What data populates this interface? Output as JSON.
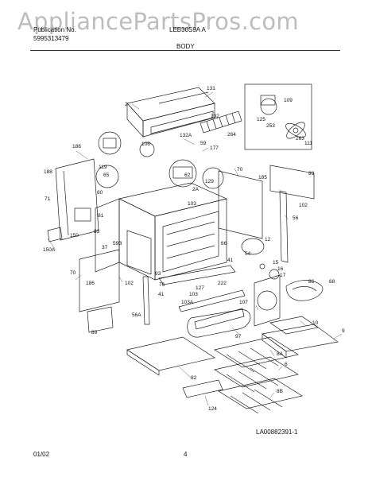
{
  "watermark": "AppliancePartsPros.com",
  "header": {
    "pub_label": "Publication No.",
    "pub_number": "5995313479",
    "model": "LEB30S9A A",
    "section": "BODY"
  },
  "footer": {
    "date": "01/02",
    "page": "4",
    "diagram_id": "LA00882391-1"
  },
  "callouts": [
    "131",
    "2",
    "132",
    "106",
    "109",
    "125",
    "253",
    "263",
    "111",
    "264",
    "177",
    "132A",
    "59",
    "188",
    "119",
    "65",
    "62",
    "129",
    "188",
    "70",
    "185",
    "89",
    "71",
    "80",
    "2A",
    "81",
    "83",
    "103",
    "102",
    "150",
    "56",
    "150A",
    "37",
    "59B",
    "66",
    "12",
    "41",
    "54",
    "15",
    "16",
    "17",
    "86",
    "68",
    "70",
    "186",
    "102",
    "93",
    "76",
    "127",
    "41",
    "103",
    "222",
    "103A",
    "107",
    "56A",
    "97",
    "89",
    "10",
    "9",
    "8A",
    "6",
    "82",
    "8B",
    "124"
  ]
}
